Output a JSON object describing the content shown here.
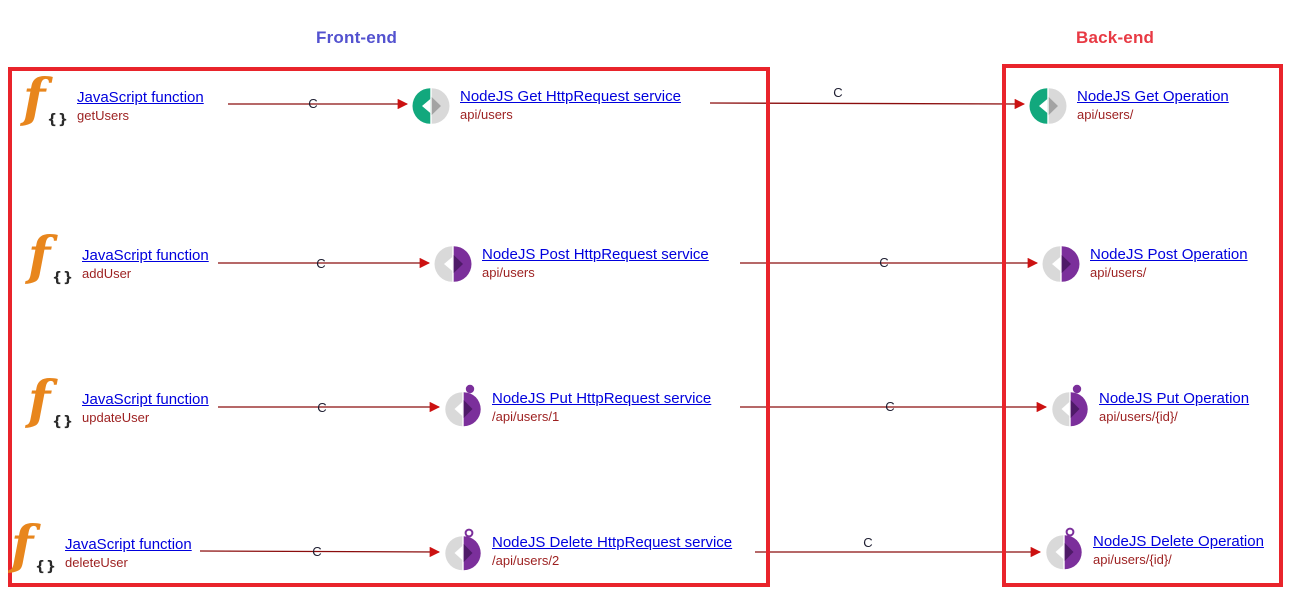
{
  "front_end": {
    "title": "Front-end",
    "functions": [
      {
        "label": "JavaScript function",
        "name": "getUsers"
      },
      {
        "label": "JavaScript function",
        "name": "addUser"
      },
      {
        "label": "JavaScript function",
        "name": "updateUser"
      },
      {
        "label": "JavaScript function",
        "name": "deleteUser"
      }
    ],
    "services": [
      {
        "label": "NodeJS Get HttpRequest service",
        "path": "api/users",
        "method": "get"
      },
      {
        "label": "NodeJS Post HttpRequest service",
        "path": "api/users",
        "method": "post"
      },
      {
        "label": "NodeJS Put HttpRequest service",
        "path": "/api/users/1",
        "method": "put"
      },
      {
        "label": "NodeJS Delete HttpRequest service",
        "path": "/api/users/2",
        "method": "delete"
      }
    ]
  },
  "back_end": {
    "title": "Back-end",
    "operations": [
      {
        "label": "NodeJS Get Operation",
        "path": "api/users/",
        "method": "get"
      },
      {
        "label": "NodeJS Post Operation",
        "path": "api/users/",
        "method": "post"
      },
      {
        "label": "NodeJS Put Operation",
        "path": "api/users/{id}/",
        "method": "put"
      },
      {
        "label": "NodeJS Delete Operation",
        "path": "api/users/{id}/",
        "method": "delete"
      }
    ]
  },
  "connections": {
    "label": "C"
  },
  "icons": {
    "js_function": "javascript-function-icon",
    "get": "nodejs-get-icon",
    "post": "nodejs-post-icon",
    "put": "nodejs-put-icon",
    "delete": "nodejs-delete-icon"
  },
  "colors": {
    "box_border": "#e9242b",
    "frontend_title": "#5352cf",
    "backend_title": "#e83a44",
    "link_text": "#0000dd",
    "sublabel_text": "#9c1f1f",
    "arrow_line": "#8b0d0d",
    "arrow_head": "#cc1111",
    "get_icon": "#12a87d",
    "post_put_delete_icon": "#7b2f9b",
    "js_icon": "#e8861d"
  }
}
